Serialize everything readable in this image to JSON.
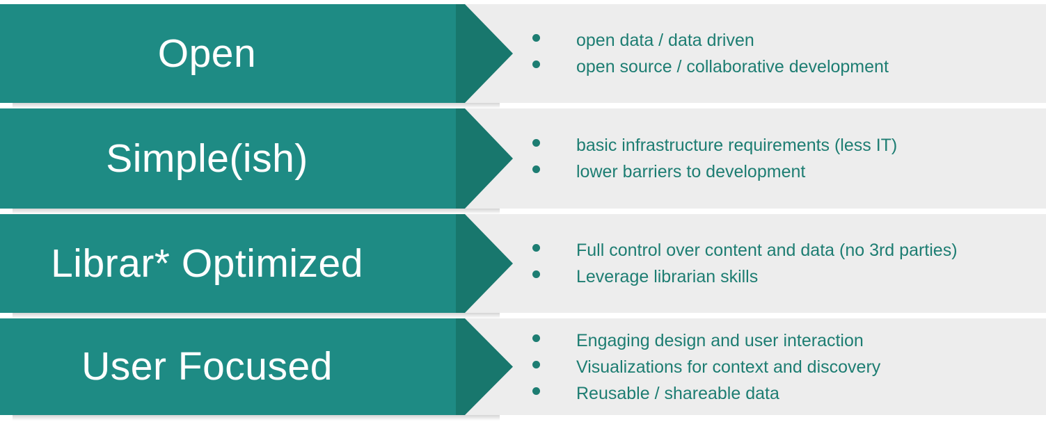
{
  "theme": {
    "chevron_body_color": "#1e8b84",
    "chevron_head_color": "#18776d",
    "panel_background": "#ededed",
    "label_color": "#ffffff",
    "bullet_color": "#1d7d72",
    "page_background": "#ffffff"
  },
  "rows": [
    {
      "label": "Open",
      "bullets": [
        "open data / data driven",
        "open source / collaborative development"
      ]
    },
    {
      "label": "Simple(ish)",
      "bullets": [
        "basic infrastructure requirements (less IT)",
        "lower barriers to development"
      ]
    },
    {
      "label": "Librar* Optimized",
      "bullets": [
        "Full control over content and data (no 3rd parties)",
        "Leverage librarian skills"
      ]
    },
    {
      "label": "User Focused",
      "bullets": [
        "Engaging design and user interaction",
        "Visualizations for context and discovery",
        "Reusable / shareable data"
      ]
    }
  ]
}
